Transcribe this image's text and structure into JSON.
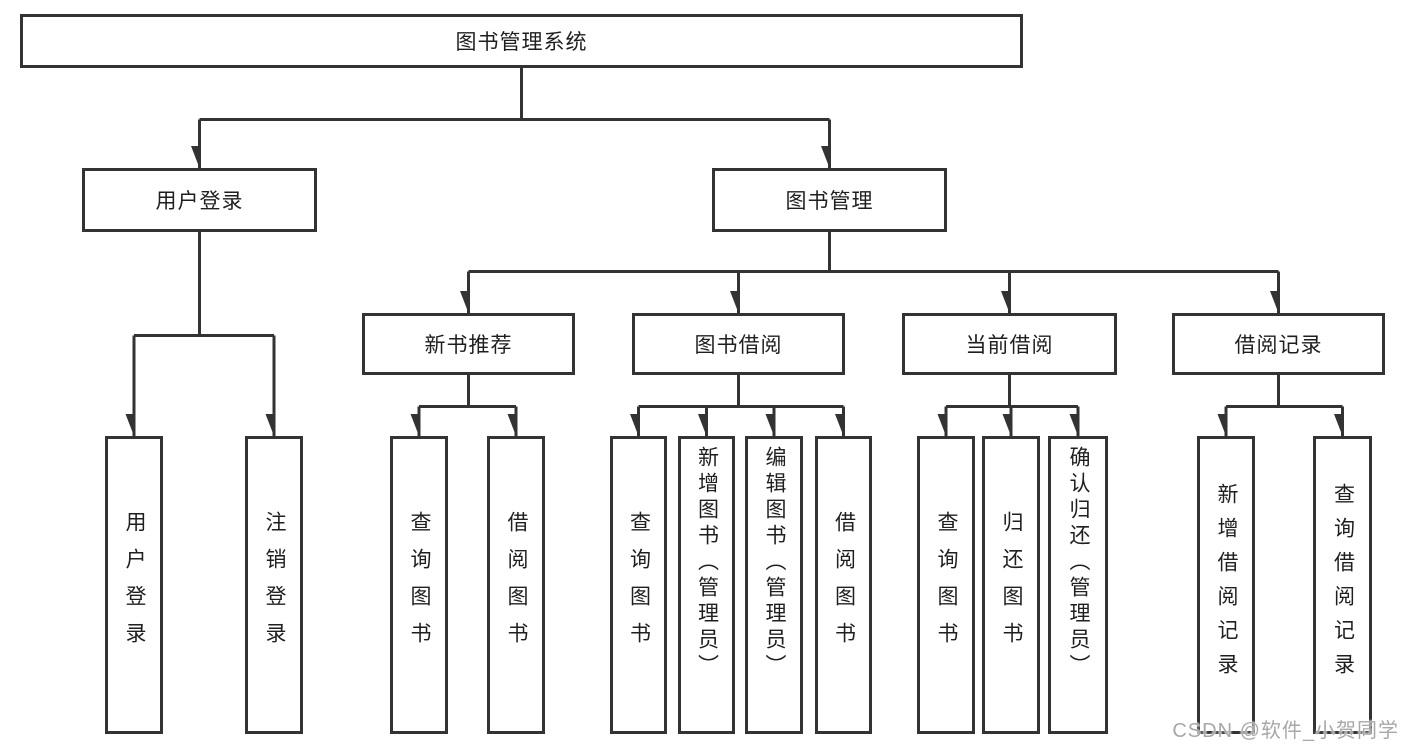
{
  "diagram": {
    "title": "图书管理系统",
    "root": {
      "label": "图书管理系统"
    },
    "branches": {
      "user_login": {
        "label": "用户登录",
        "children": [
          {
            "label": "用户登录"
          },
          {
            "label": "注销登录"
          }
        ]
      },
      "book_mgmt": {
        "label": "图书管理",
        "children": {
          "new_book_rec": {
            "label": "新书推荐",
            "children": [
              {
                "label": "查询图书"
              },
              {
                "label": "借阅图书"
              }
            ]
          },
          "book_borrow": {
            "label": "图书借阅",
            "children": [
              {
                "label": "查询图书"
              },
              {
                "label": "新增图书（管理员）"
              },
              {
                "label": "编辑图书（管理员）"
              },
              {
                "label": "借阅图书"
              }
            ]
          },
          "current_borrow": {
            "label": "当前借阅",
            "children": [
              {
                "label": "查询图书"
              },
              {
                "label": "归还图书"
              },
              {
                "label": "确认归还（管理员）"
              }
            ]
          },
          "borrow_record": {
            "label": "借阅记录",
            "children": [
              {
                "label": "新增借阅记录"
              },
              {
                "label": "查询借阅记录"
              }
            ]
          }
        }
      }
    }
  },
  "watermark": {
    "text": "CSDN @软件_小贺同学"
  },
  "colors": {
    "line": "#333333",
    "box_border": "#333333",
    "text": "#1f1f1f",
    "background": "#ffffff",
    "watermark": "#a8a8a8"
  }
}
